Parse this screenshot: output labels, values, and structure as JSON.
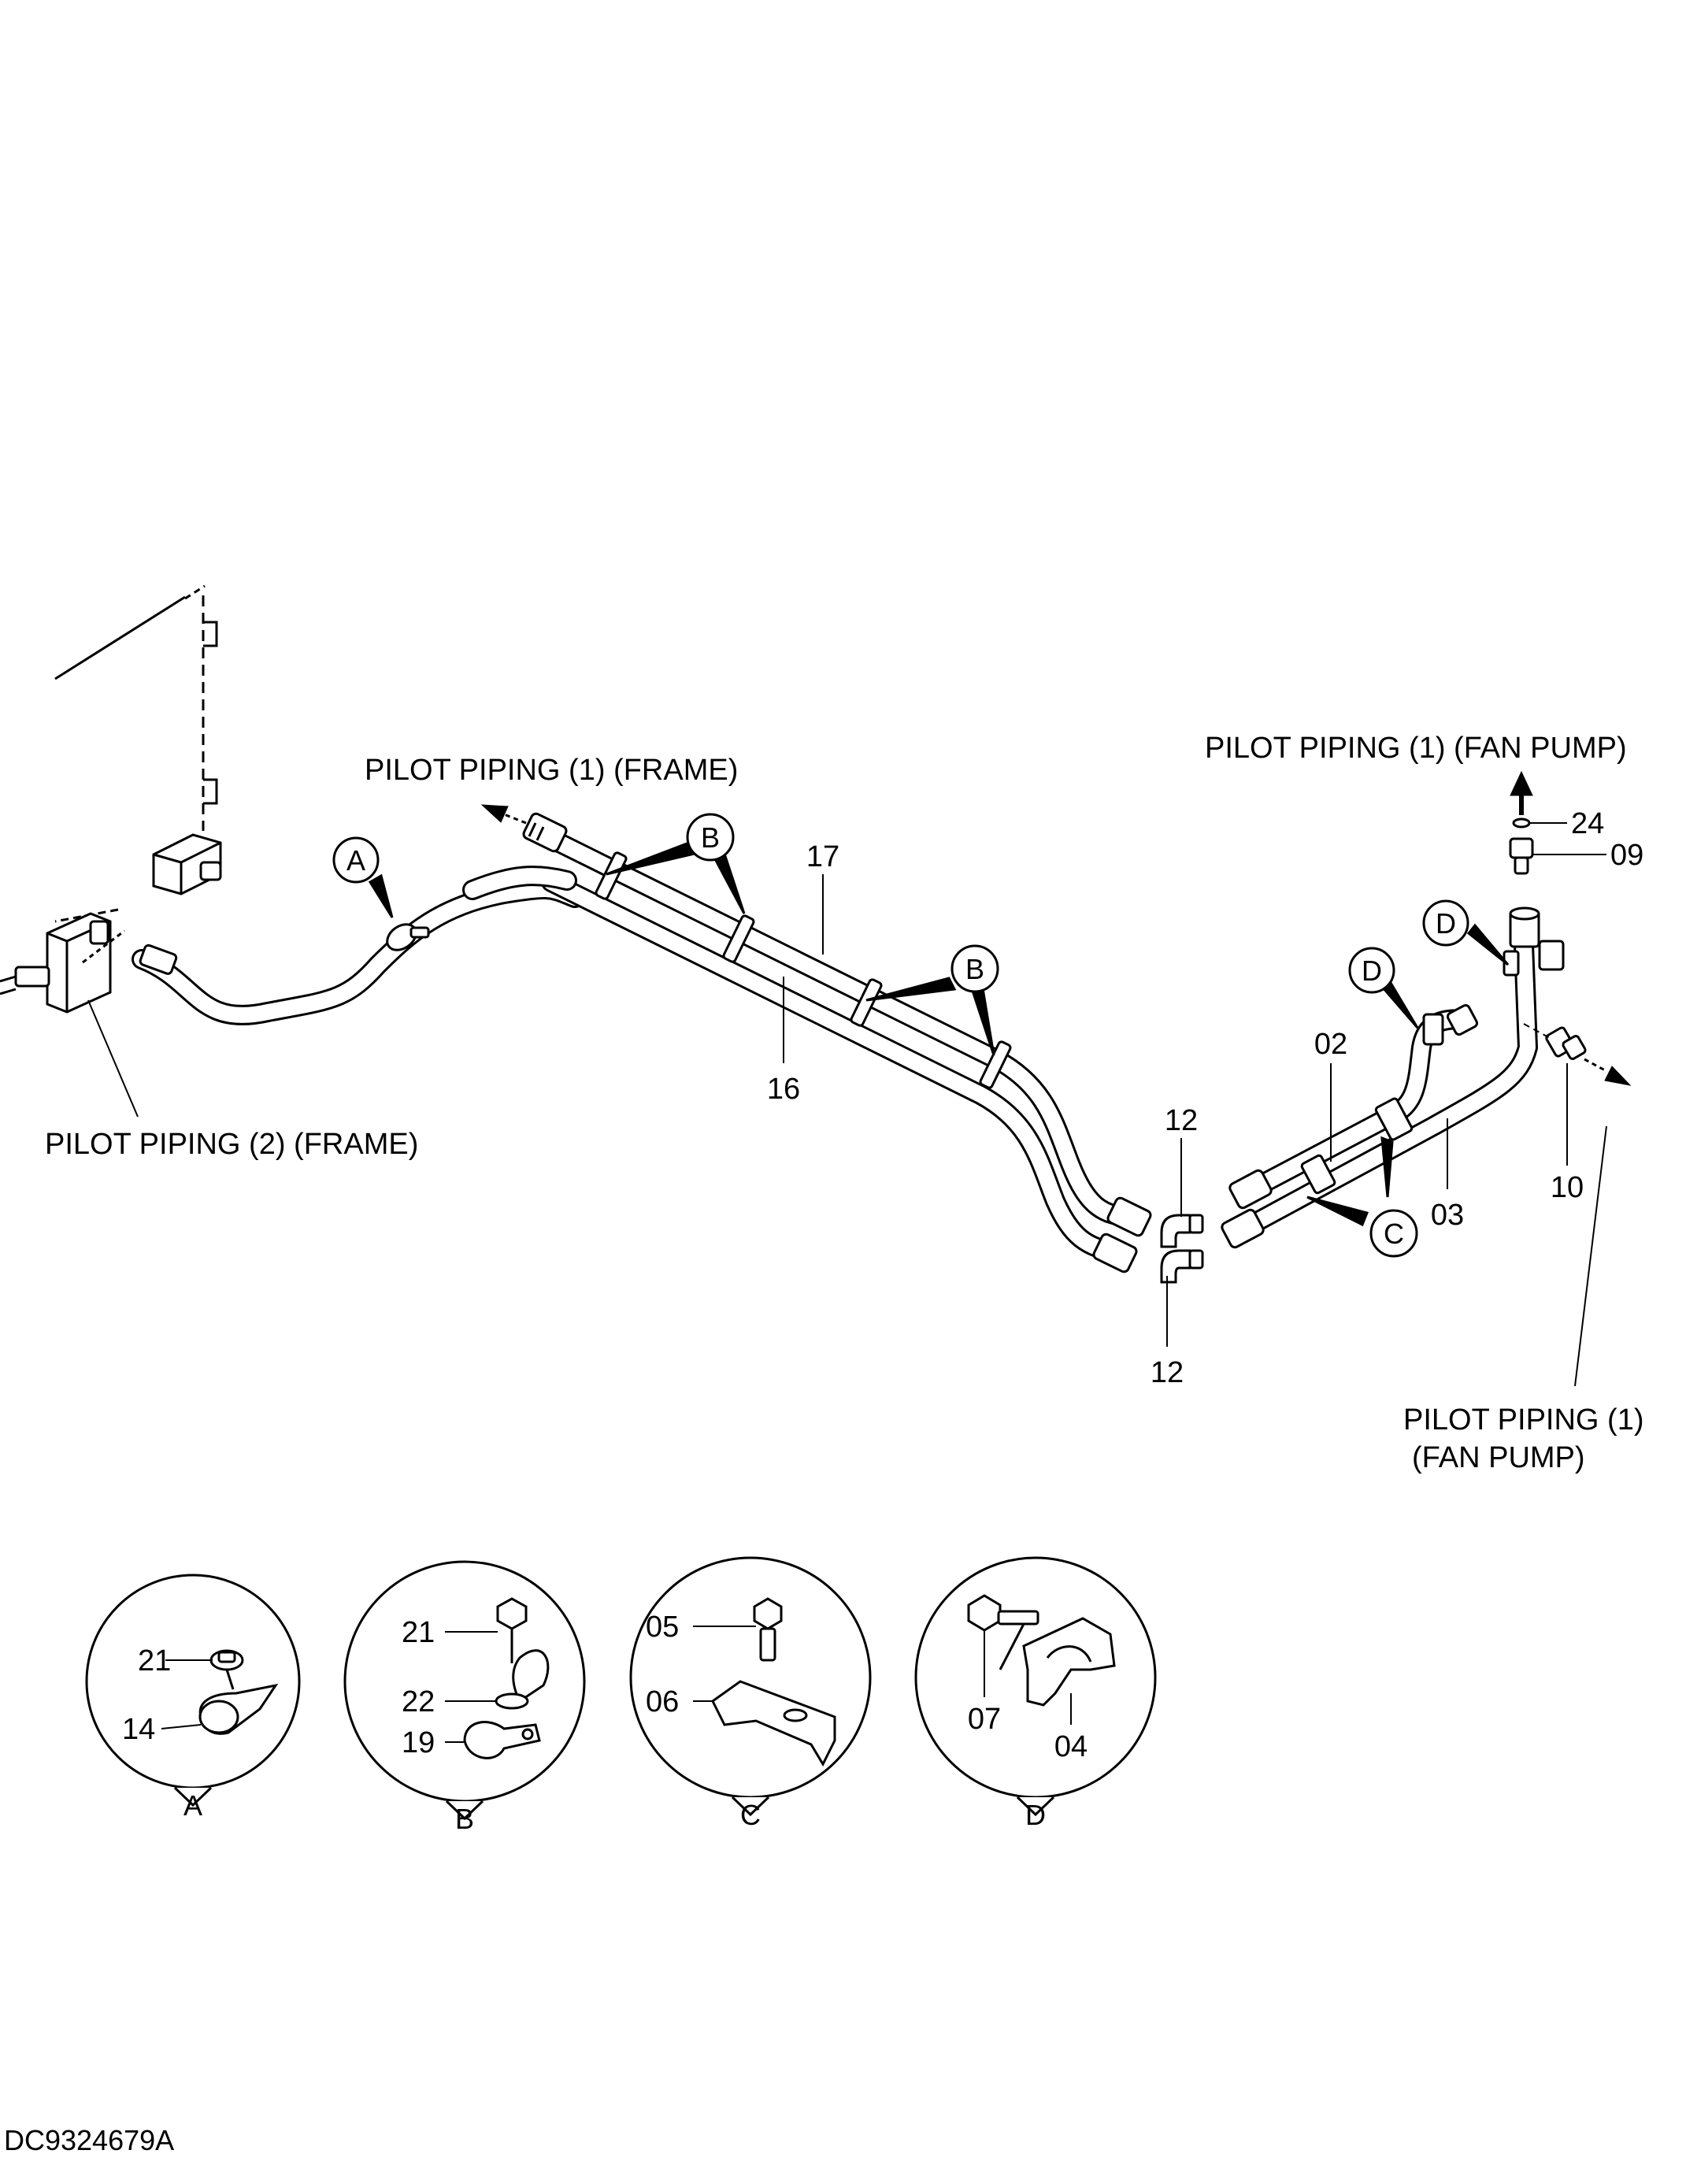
{
  "doc_id": "DC9324679A",
  "labels": {
    "pilot_frame_1": "PILOT  PIPING  (1)  (FRAME)",
    "pilot_frame_2": "PILOT  PIPING  (2)  (FRAME)",
    "pilot_fan_top": "PILOT  PIPING  (1)  (FAN  PUMP)",
    "pilot_fan_bottom_1": "PILOT  PIPING  (1)",
    "pilot_fan_bottom_2": "(FAN  PUMP)"
  },
  "refs": {
    "p17": "17",
    "p16": "16",
    "p12a": "12",
    "p12b": "12",
    "p02": "02",
    "p03": "03",
    "p10": "10",
    "p24": "24",
    "p09": "09"
  },
  "callouts": {
    "a": "A",
    "b1": "B",
    "b2": "B",
    "c": "C",
    "d1": "D",
    "d2": "D"
  },
  "details": [
    {
      "letter": "A",
      "parts": [
        "21",
        "14"
      ]
    },
    {
      "letter": "B",
      "parts": [
        "21",
        "22",
        "19"
      ]
    },
    {
      "letter": "C",
      "parts": [
        "05",
        "06"
      ]
    },
    {
      "letter": "D",
      "parts": [
        "07",
        "04"
      ]
    }
  ]
}
